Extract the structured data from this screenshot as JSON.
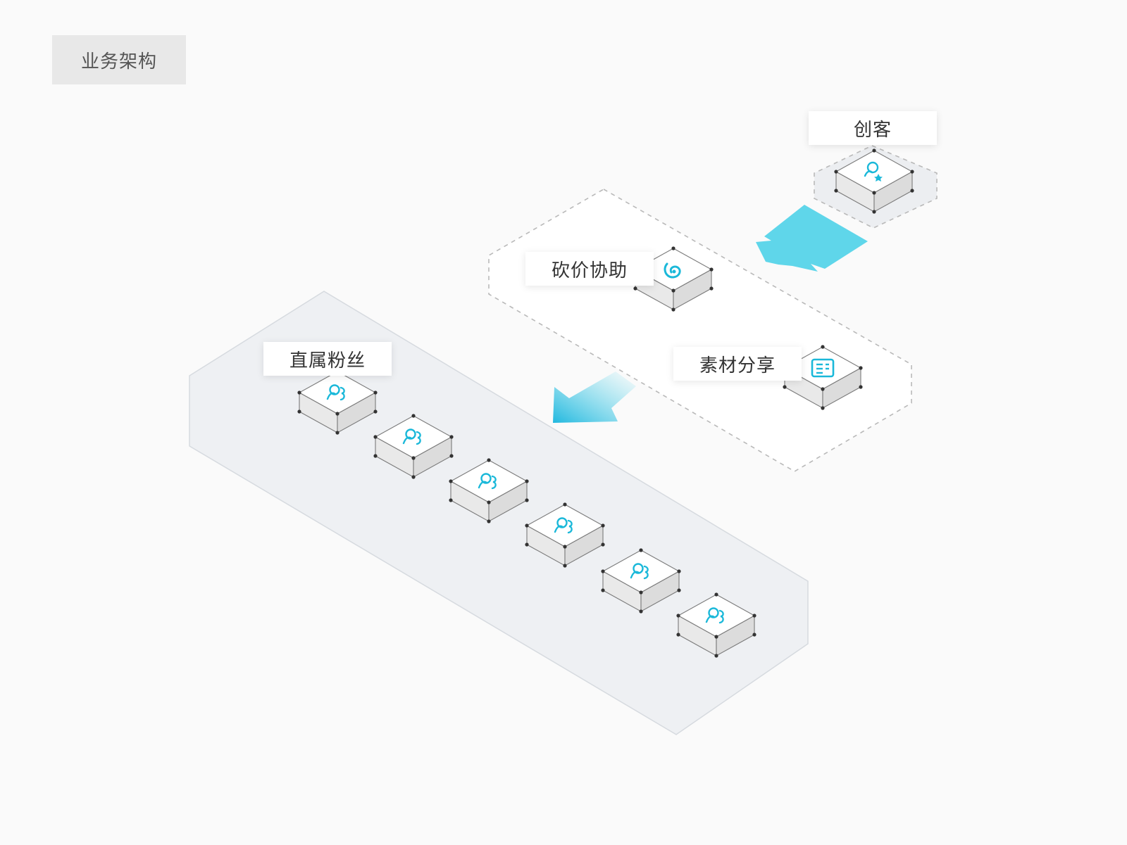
{
  "title": "业务架构",
  "nodes": {
    "creator": {
      "label": "创客",
      "icon": "person-badge-icon"
    },
    "bargain": {
      "label": "砍价协助",
      "icon": "bargain-swirl-icon"
    },
    "share": {
      "label": "素材分享",
      "icon": "material-document-icon"
    },
    "fans": {
      "label": "直属粉丝",
      "icon": "fans-group-icon",
      "count": 6
    }
  },
  "colors": {
    "accent": "#1ab8d9",
    "arrow": "#5fd6ea",
    "panel": "#eef0f3",
    "box_top": "#ffffff",
    "box_side": "#e9e9e9"
  }
}
